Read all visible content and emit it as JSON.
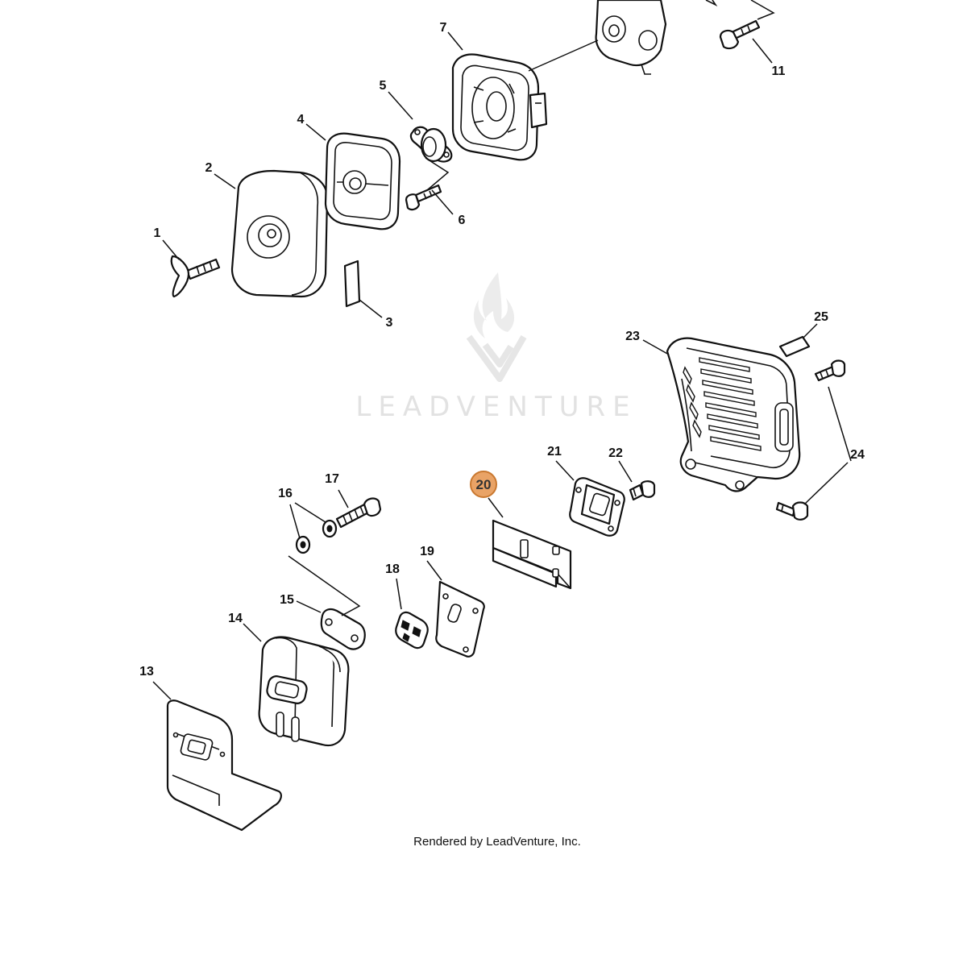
{
  "watermark": {
    "brand": "LEADVENTURE"
  },
  "credit": "Rendered by LeadVenture, Inc.",
  "highlight_color": "#e9a366",
  "callouts": [
    {
      "id": "1",
      "label": "1"
    },
    {
      "id": "2",
      "label": "2"
    },
    {
      "id": "3",
      "label": "3"
    },
    {
      "id": "4",
      "label": "4"
    },
    {
      "id": "5",
      "label": "5"
    },
    {
      "id": "6",
      "label": "6"
    },
    {
      "id": "7",
      "label": "7"
    },
    {
      "id": "11",
      "label": "11"
    },
    {
      "id": "13",
      "label": "13"
    },
    {
      "id": "14",
      "label": "14"
    },
    {
      "id": "15",
      "label": "15"
    },
    {
      "id": "16",
      "label": "16"
    },
    {
      "id": "17",
      "label": "17"
    },
    {
      "id": "18",
      "label": "18"
    },
    {
      "id": "19",
      "label": "19"
    },
    {
      "id": "20",
      "label": "20",
      "highlighted": true
    },
    {
      "id": "21",
      "label": "21"
    },
    {
      "id": "22",
      "label": "22"
    },
    {
      "id": "23",
      "label": "23"
    },
    {
      "id": "24",
      "label": "24"
    },
    {
      "id": "25",
      "label": "25"
    }
  ]
}
